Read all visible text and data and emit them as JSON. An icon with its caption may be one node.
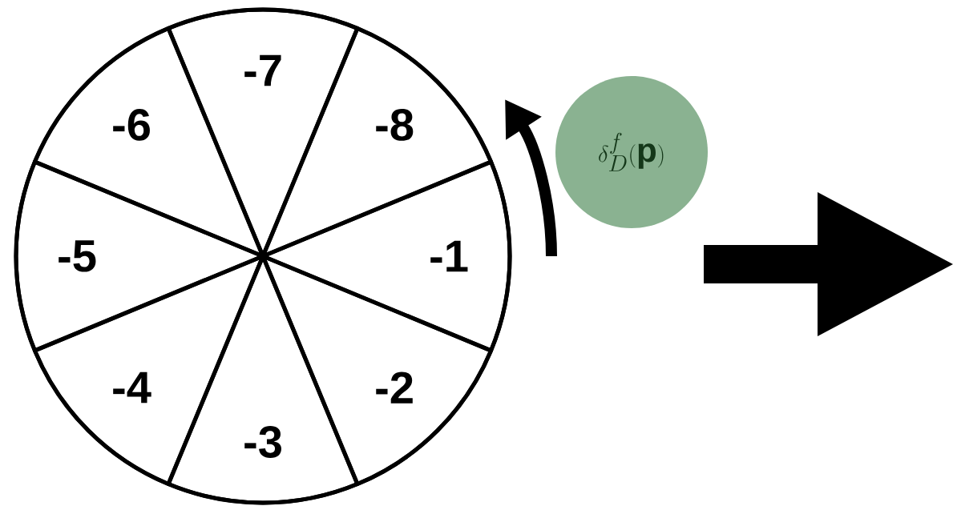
{
  "diagram": {
    "nodes": [
      {
        "text": [],
        "shape": "circle"
      },
      {
        "text": [
          "-7"
        ],
        "in": 0
      },
      {
        "text": [
          "-6"
        ],
        "in": 0
      },
      {
        "text": [
          "-8"
        ],
        "in": 0
      },
      {
        "text": [
          "-5"
        ],
        "in": 0
      },
      {
        "text": [
          "-1"
        ],
        "in": 0
      },
      {
        "text": [
          "-4"
        ],
        "in": 0
      },
      {
        "text": [
          "-2"
        ],
        "in": 0
      },
      {
        "text": [
          "-3"
        ],
        "in": 0
      },
      {
        "text": [
          "\\delta_D^f(\\mathbf{p})"
        ]
      }
    ],
    "edges": []
  }
}
